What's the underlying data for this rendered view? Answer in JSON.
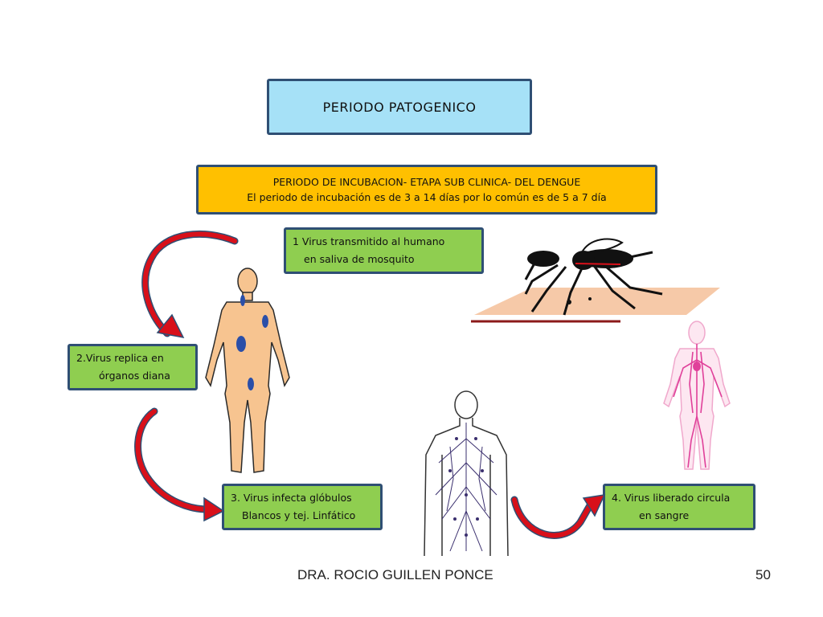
{
  "title": "PERIODO PATOGENICO",
  "incubation": {
    "line1": "PERIODO DE INCUBACION- ETAPA SUB CLINICA- DEL DENGUE",
    "line2": "El periodo de incubación es de 3 a 14 días por lo común es de 5 a 7 día"
  },
  "steps": [
    {
      "line1": "1 Virus transmitido al humano",
      "line2": "en saliva de mosquito"
    },
    {
      "line1": "2.Virus replica en",
      "line2": "órganos diana"
    },
    {
      "line1": "3. Virus infecta glóbulos",
      "line2": "Blancos y tej. Linfático"
    },
    {
      "line1": "4. Virus liberado circula",
      "line2": "en sangre"
    }
  ],
  "footer": {
    "author": "DRA. ROCIO GUILLEN PONCE",
    "page": "50"
  },
  "colors": {
    "title_fill": "#a6e1f7",
    "incubation_fill": "#ffc000",
    "step_fill": "#8fce50",
    "border": "#2f4f74",
    "arrow": "#d8101a",
    "skin": "#f7c490",
    "virus_spot": "#2b4fa8",
    "vessels": "#e0409a"
  },
  "icons": [
    "curved-arrow-icon",
    "mosquito-icon",
    "human-body-icon",
    "lymphatic-body-icon",
    "blood-vessel-body-icon"
  ]
}
